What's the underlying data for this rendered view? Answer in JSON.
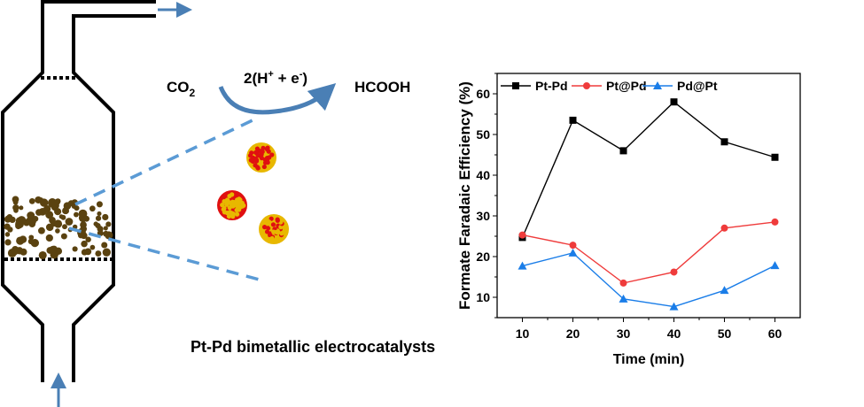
{
  "scheme": {
    "reactant": "CO",
    "reactant_subscript": "2",
    "reagent_prefix": "2(H",
    "reagent_plus_sup": "+",
    "reagent_mid": " + e",
    "reagent_minus_sup": "-",
    "reagent_suffix": ")",
    "product": "HCOOH",
    "caption": "Pt-Pd bimetallic electrocatalysts"
  },
  "colors": {
    "arrow": "#4a7fb5",
    "dash": "#5b9bd5",
    "particles": "#5a4210",
    "core_red": "#e01010",
    "shell_gold": "#e8b800"
  },
  "chart_data": {
    "type": "line",
    "title": "",
    "xlabel": "Time (min)",
    "ylabel": "Formate Faradaic Efficiency (%)",
    "x": [
      10,
      20,
      30,
      40,
      50,
      60
    ],
    "xticks": [
      "10",
      "20",
      "30",
      "40",
      "50",
      "60"
    ],
    "yticks": [
      "10",
      "20",
      "30",
      "40",
      "50",
      "60"
    ],
    "xlim": [
      5,
      65
    ],
    "ylim": [
      5,
      65
    ],
    "grid": false,
    "legend_position": "top",
    "series": [
      {
        "name": "Pt-Pd",
        "color": "#000000",
        "marker": "square",
        "values": [
          24.7,
          53.5,
          46.0,
          58.0,
          48.2,
          44.4
        ]
      },
      {
        "name": "Pt@Pd",
        "color": "#ef3b3b",
        "marker": "circle",
        "values": [
          25.3,
          22.8,
          13.5,
          16.2,
          27.0,
          28.5
        ]
      },
      {
        "name": "Pd@Pt",
        "color": "#1a7de8",
        "marker": "triangle",
        "values": [
          17.7,
          20.9,
          9.6,
          7.7,
          11.7,
          17.8
        ]
      }
    ]
  }
}
